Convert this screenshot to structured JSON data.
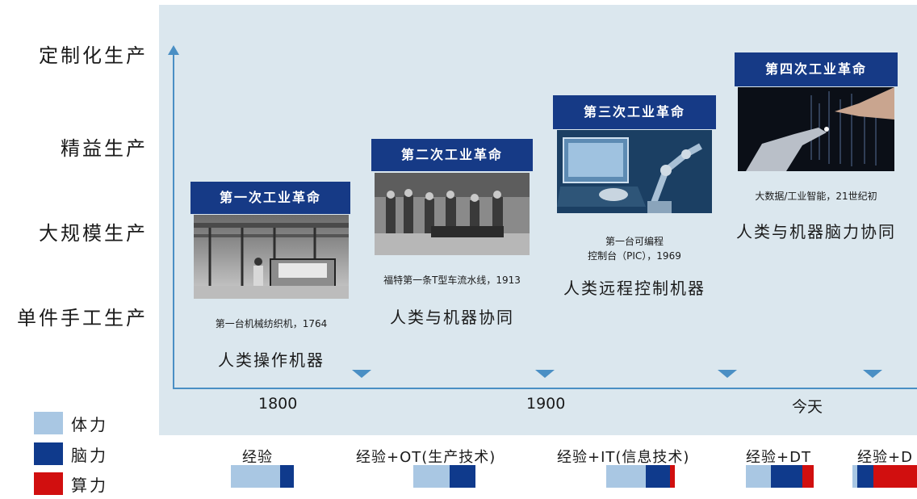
{
  "colors": {
    "physical": "#a9c7e3",
    "mental": "#0f3a8c",
    "compute": "#d10f0f",
    "banner": "#163a86",
    "panel": "#dbe7ee",
    "axis": "#4a8fc4"
  },
  "y_axis": {
    "labels": [
      "定制化生产",
      "精益生产",
      "大规模生产",
      "单件手工生产"
    ]
  },
  "x_axis": {
    "labels": [
      "1800",
      "1900",
      "今天"
    ]
  },
  "revolutions": [
    {
      "title": "第一次工业革命",
      "caption": "第一台机械纺织机，1764",
      "phrase": "人类操作机器"
    },
    {
      "title": "第二次工业革命",
      "caption": "福特第一条T型车流水线，1913",
      "phrase": "人类与机器协同"
    },
    {
      "title": "第三次工业革命",
      "caption_line1": "第一台可编程",
      "caption_line2": "控制台（PIC），1969",
      "phrase": "人类远程控制机器"
    },
    {
      "title": "第四次工业革命",
      "caption": "大数据/工业智能，21世纪初",
      "phrase": "人类与机器脑力协同"
    }
  ],
  "legend": [
    {
      "label": "体力",
      "color": "#a9c7e3"
    },
    {
      "label": "脑力",
      "color": "#0f3a8c"
    },
    {
      "label": "算力",
      "color": "#d10f0f"
    }
  ],
  "modes": [
    {
      "label": "经验",
      "physical": 0.78,
      "mental": 0.22,
      "compute": 0.0
    },
    {
      "label": "经验+OT(生产技术)",
      "physical": 0.58,
      "mental": 0.42,
      "compute": 0.0
    },
    {
      "label": "经验+IT(信息技术)",
      "physical": 0.58,
      "mental": 0.35,
      "compute": 0.07
    },
    {
      "label": "经验+DT",
      "physical": 0.37,
      "mental": 0.46,
      "compute": 0.17
    },
    {
      "label": "经验+D",
      "physical": 0.07,
      "mental": 0.25,
      "compute": 0.68
    }
  ]
}
